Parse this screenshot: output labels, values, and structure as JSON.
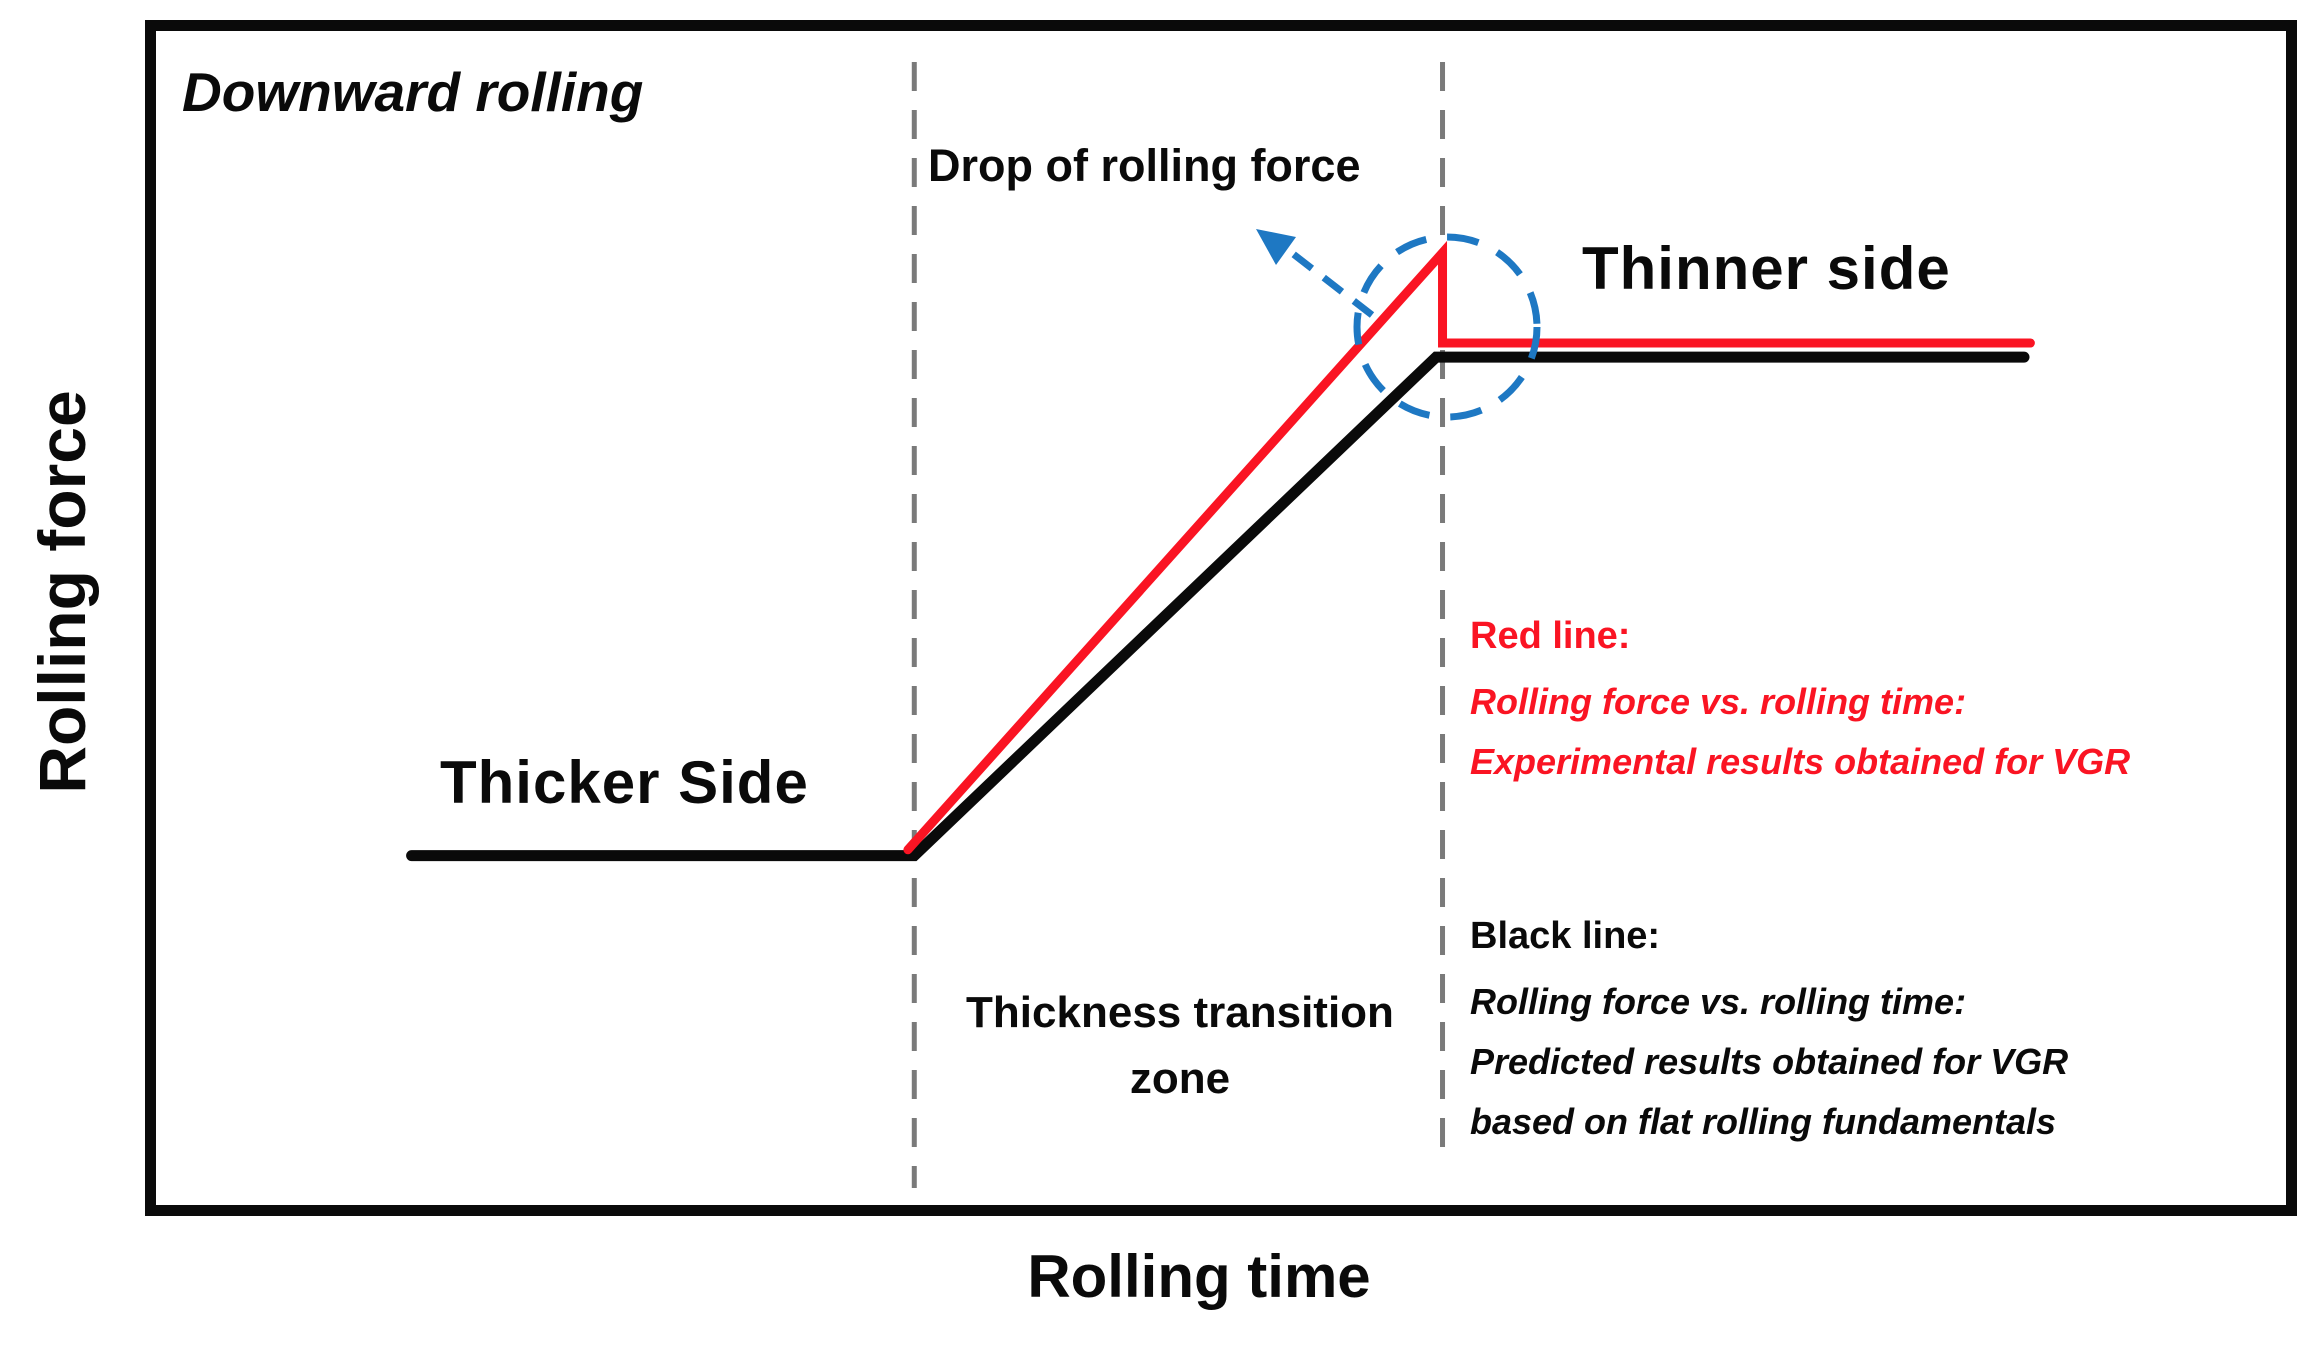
{
  "figure": {
    "condition_label": "Downward rolling",
    "y_axis_label": "Rolling force",
    "x_axis_label": "Rolling time",
    "annotations": {
      "drop_label": "Drop of rolling force",
      "thicker_side_label": "Thicker Side",
      "thinner_side_label": "Thinner side",
      "transition_zone_line1": "Thickness transition",
      "transition_zone_line2": "zone"
    },
    "legend": {
      "red": {
        "title": "Red line:",
        "lines": [
          "Rolling force vs. rolling time:",
          "Experimental results obtained for VGR"
        ]
      },
      "black": {
        "title": "Black line:",
        "lines": [
          "Rolling force vs. rolling time:",
          "Predicted results obtained for VGR",
          "based on flat rolling fundamentals"
        ]
      }
    },
    "colors": {
      "red_line": "#FA1423",
      "black_line": "#0A0A0A",
      "transition_dash": "#7A7A7A",
      "highlight_blue": "#1E78C3"
    }
  },
  "chart_data": {
    "type": "line",
    "title": "",
    "xlabel": "Rolling time",
    "ylabel": "Rolling force",
    "axes_numeric": false,
    "grid": false,
    "legend_position": "right-inside",
    "series": [
      {
        "name": "Black line: Rolling force vs. rolling time — Predicted results obtained for VGR based on flat rolling fundamentals",
        "color": "#0A0A0A",
        "style": "solid",
        "points_t_f": [
          [
            0.12,
            0.297
          ],
          [
            0.356,
            0.297
          ],
          [
            0.601,
            0.722
          ],
          [
            0.877,
            0.722
          ]
        ]
      },
      {
        "name": "Red line: Rolling force vs. rolling time — Experimental results obtained for VGR",
        "color": "#FA1423",
        "style": "solid",
        "points_t_f": [
          [
            0.353,
            0.302
          ],
          [
            0.604,
            0.811
          ],
          [
            0.604,
            0.734
          ],
          [
            0.88,
            0.734
          ]
        ]
      }
    ],
    "regions": {
      "thicker_side_t": [
        0.0,
        0.356
      ],
      "transition_zone_t": [
        0.356,
        0.604
      ],
      "thinner_side_t": [
        0.604,
        1.0
      ]
    },
    "annotations": [
      "Drop of rolling force: at the end of the thickness transition zone the red experimental curve peaks then drops vertically to its thinner-side plateau (highlighted by blue dashed circle and arrow)"
    ]
  }
}
